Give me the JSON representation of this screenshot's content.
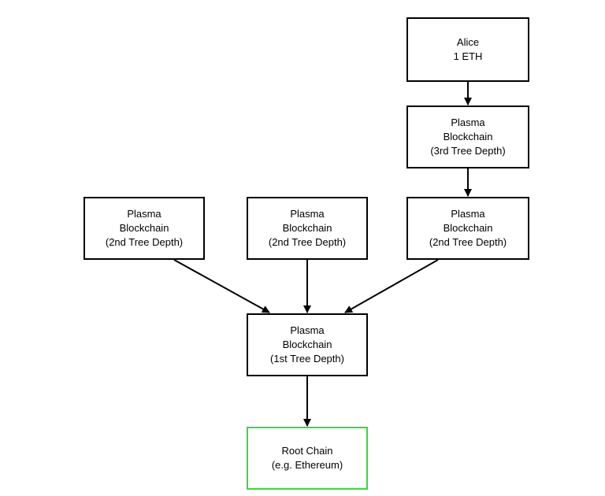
{
  "diagram": {
    "accent_color": "#33dd33",
    "line_color": "#000000",
    "nodes": {
      "alice": {
        "lines": [
          "Alice",
          "1 ETH"
        ]
      },
      "depth3": {
        "lines": [
          "Plasma",
          "Blockchain",
          "(3rd Tree Depth)"
        ]
      },
      "depth2_a": {
        "lines": [
          "Plasma",
          "Blockchain",
          "(2nd Tree Depth)"
        ]
      },
      "depth2_b": {
        "lines": [
          "Plasma",
          "Blockchain",
          "(2nd Tree Depth)"
        ]
      },
      "depth2_c": {
        "lines": [
          "Plasma",
          "Blockchain",
          "(2nd Tree Depth)"
        ]
      },
      "depth1": {
        "lines": [
          "Plasma",
          "Blockchain",
          "(1st Tree Depth)"
        ]
      },
      "root": {
        "lines": [
          "Root Chain",
          "(e.g. Ethereum)"
        ]
      }
    },
    "edges": [
      {
        "from": "alice",
        "to": "depth3"
      },
      {
        "from": "depth3",
        "to": "depth2_c"
      },
      {
        "from": "depth2_a",
        "to": "depth1"
      },
      {
        "from": "depth2_b",
        "to": "depth1"
      },
      {
        "from": "depth2_c",
        "to": "depth1"
      },
      {
        "from": "depth1",
        "to": "root"
      }
    ]
  }
}
